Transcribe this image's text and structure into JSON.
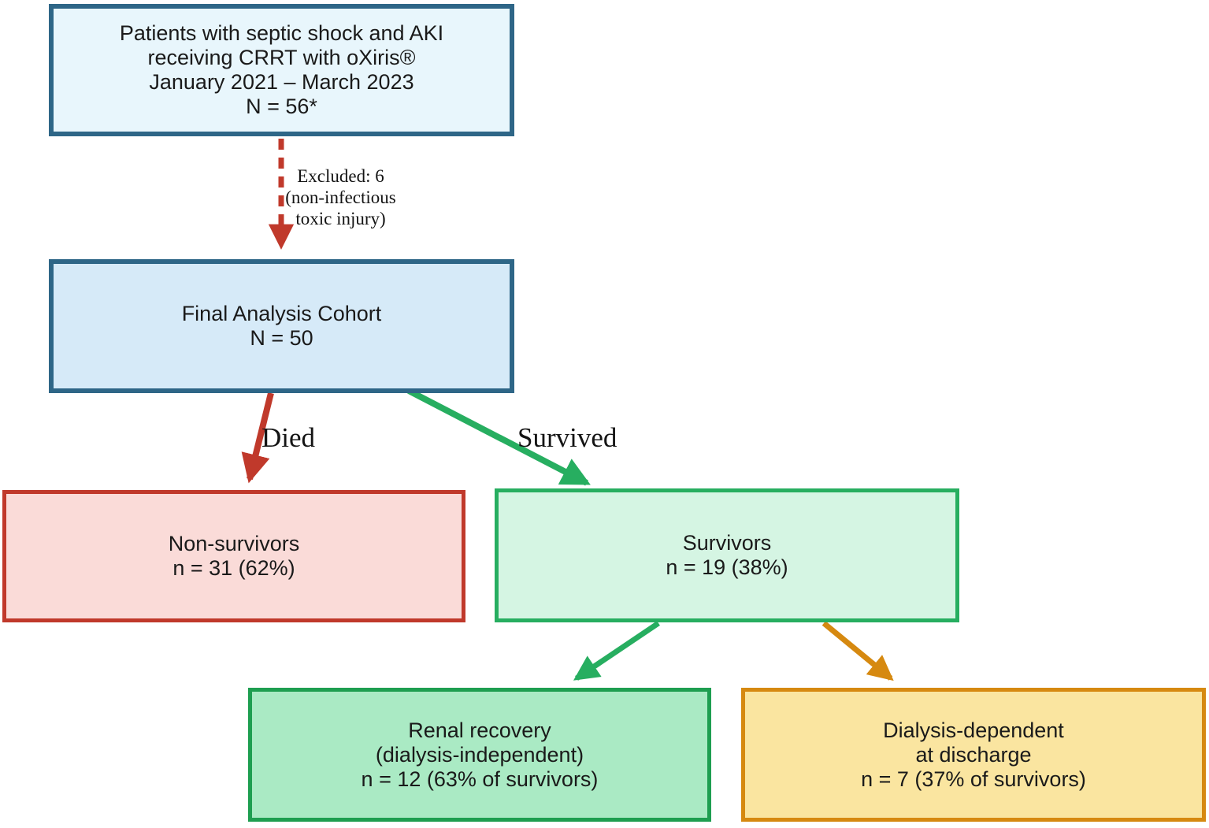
{
  "colors": {
    "blue_border": "#2e6687",
    "blue_light_fill": "#e8f6fc",
    "blue_fill": "#d6eaf8",
    "red": "#c0392b",
    "red_fill": "#fadbd8",
    "green": "#27ae60",
    "green_light_fill": "#d5f5e3",
    "green_dark": "#1e9e50",
    "green_fill": "#aaeac4",
    "orange": "#d68910",
    "yellow_fill": "#fae5a0",
    "text": "#1a1a1a"
  },
  "nodes": {
    "enrollment": {
      "lines": [
        "Patients with septic shock and AKI",
        "receiving CRRT with oXiris®",
        "January 2021 – March 2023",
        "N = 56*"
      ]
    },
    "final_cohort": {
      "lines": [
        "Final Analysis Cohort",
        "N = 50"
      ]
    },
    "non_survivors": {
      "lines": [
        "Non-survivors",
        "n = 31 (62%)"
      ]
    },
    "survivors": {
      "lines": [
        "Survivors",
        "n = 19 (38%)"
      ]
    },
    "renal_recovery": {
      "lines": [
        "Renal recovery",
        "(dialysis-independent)",
        "n = 12 (63% of survivors)"
      ]
    },
    "dialysis_dependent": {
      "lines": [
        "Dialysis-dependent",
        "at discharge",
        "n = 7 (37% of survivors)"
      ]
    }
  },
  "edge_labels": {
    "excluded": {
      "lines": [
        "Excluded: 6",
        "(non-infectious",
        "toxic injury)"
      ]
    },
    "died": "Died",
    "survived": "Survived"
  }
}
